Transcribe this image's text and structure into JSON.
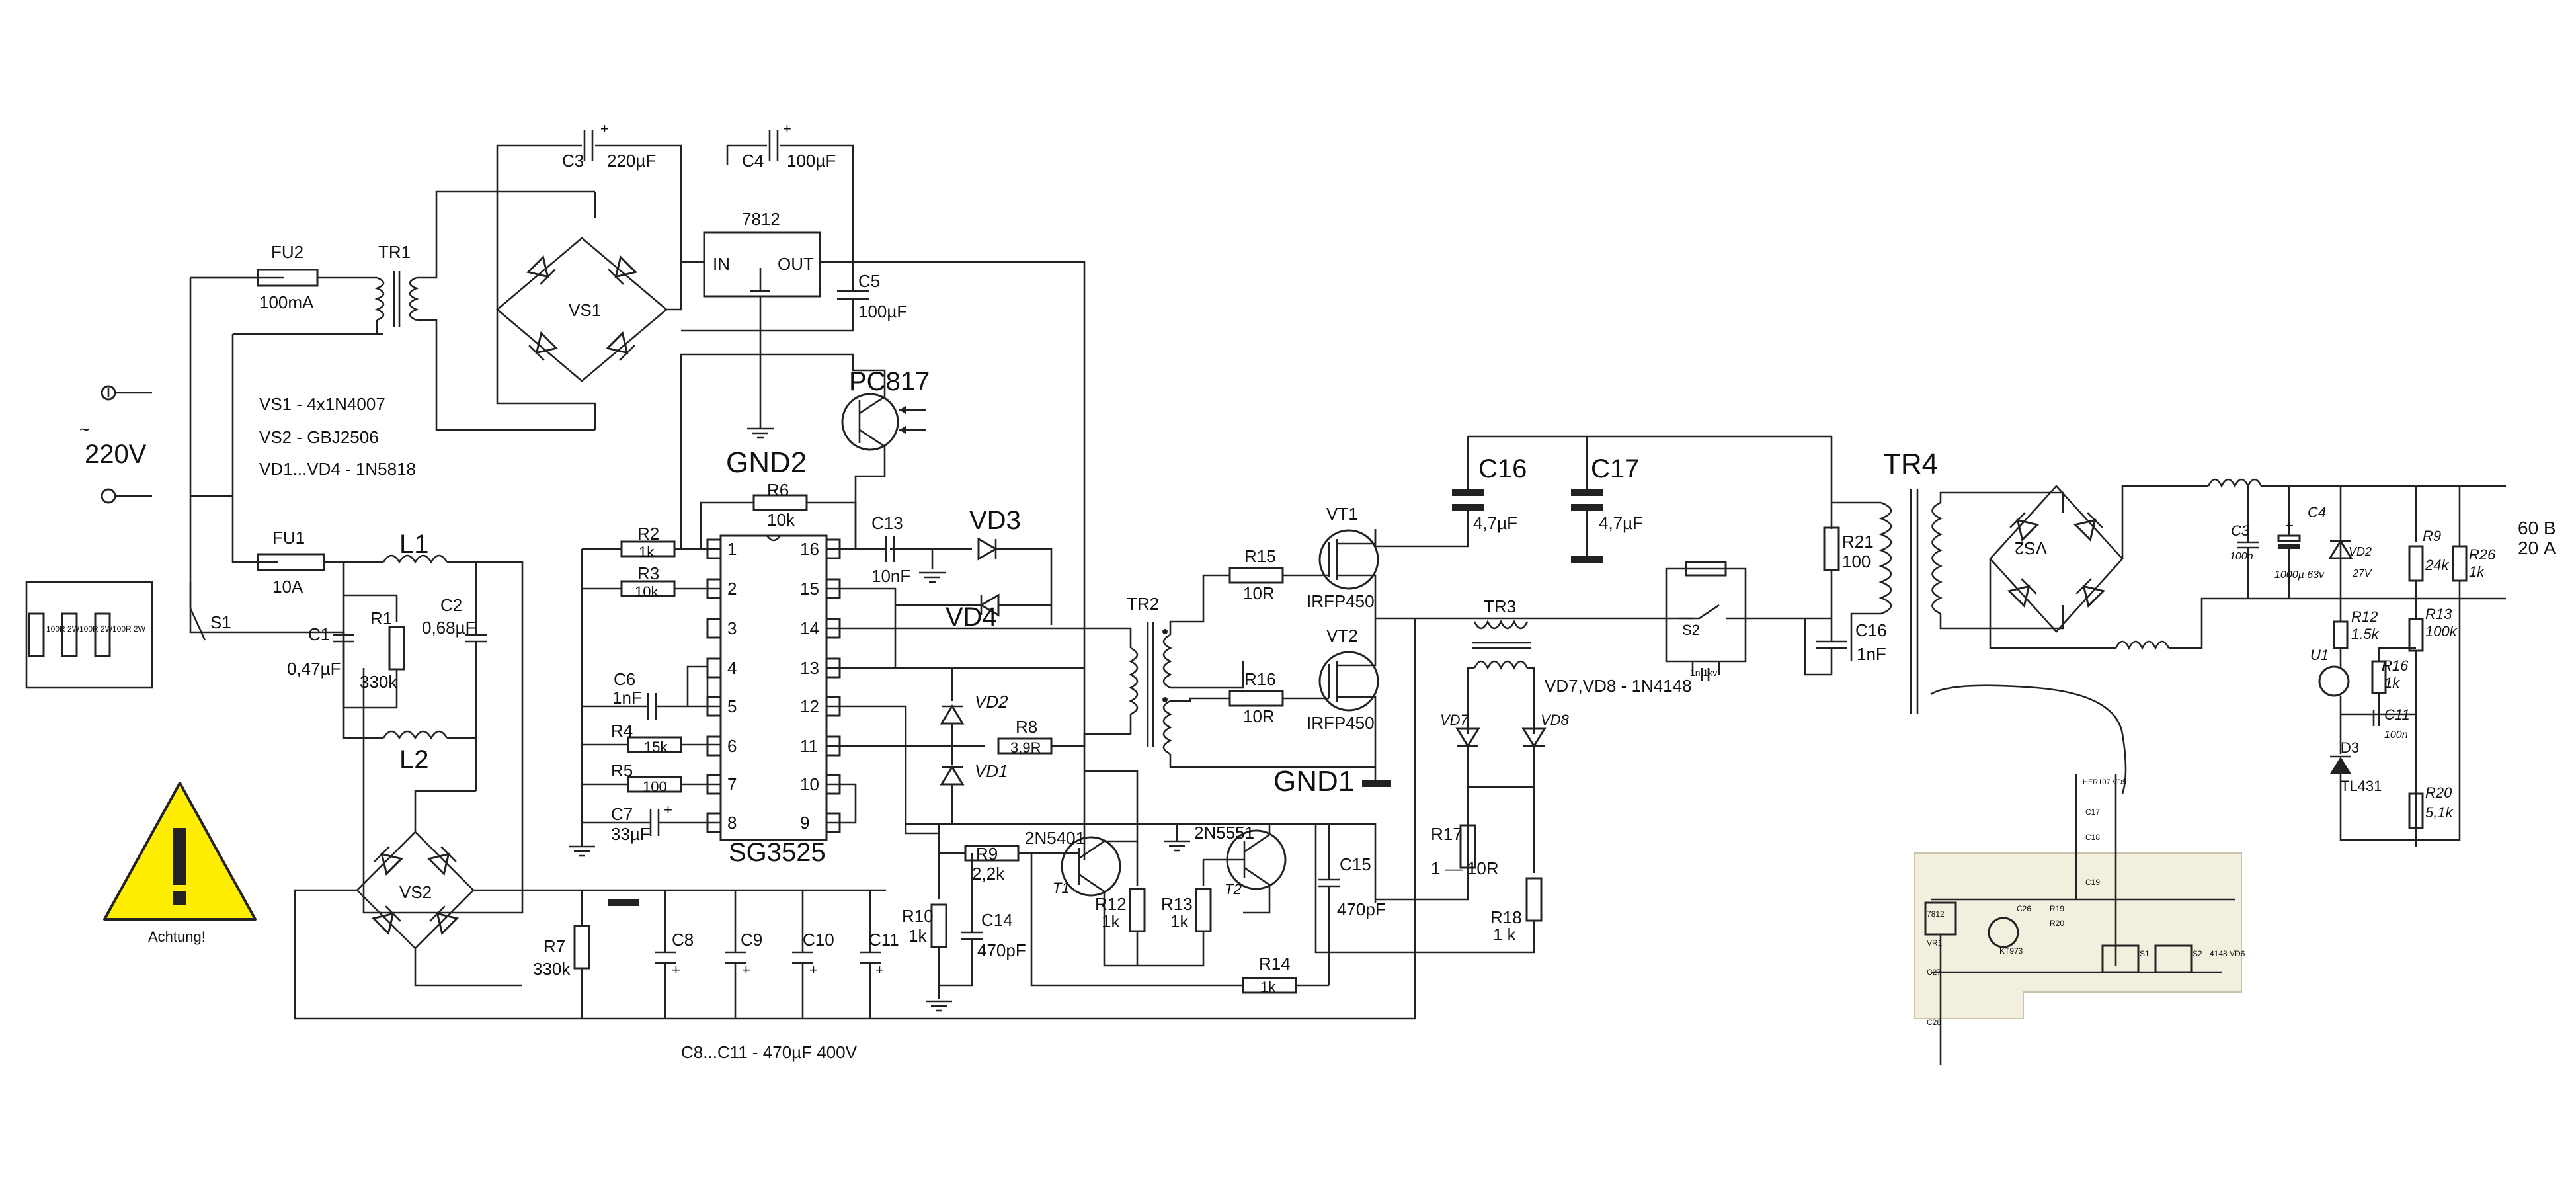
{
  "mains": {
    "voltage": "220V",
    "tilde": "~"
  },
  "notes": {
    "vs1": "VS1 - 4x1N4007",
    "vs2": "VS2 - GBJ2506",
    "vd": "VD1...VD4 - 1N5818",
    "caps": "C8...C11 - 470µF 400V",
    "vd78": "VD7,VD8 - 1N4148"
  },
  "warning": {
    "label": "Achtung!"
  },
  "ground_labels": {
    "gnd1": "GND1",
    "gnd2": "GND2"
  },
  "output": {
    "voltage": "60 В",
    "current": "20 А"
  },
  "components": {
    "fu2": {
      "ref": "FU2",
      "value": "100mA"
    },
    "fu1": {
      "ref": "FU1",
      "value": "10A"
    },
    "tr1": {
      "ref": "TR1"
    },
    "tr2": {
      "ref": "TR2"
    },
    "tr3": {
      "ref": "TR3"
    },
    "tr4": {
      "ref": "TR4"
    },
    "s1": {
      "ref": "S1"
    },
    "s2": {
      "ref": "S2"
    },
    "l1": {
      "ref": "L1"
    },
    "l2": {
      "ref": "L2"
    },
    "c1": {
      "ref": "C1",
      "value": "0,47µF"
    },
    "c2": {
      "ref": "C2",
      "value": "0,68µF"
    },
    "c3": {
      "ref": "C3",
      "value": "220µF"
    },
    "c4": {
      "ref": "C4",
      "value": "100µF"
    },
    "c5": {
      "ref": "C5",
      "value": "100µF"
    },
    "c6": {
      "ref": "C6",
      "value": "1nF"
    },
    "c7": {
      "ref": "C7",
      "value": "33µF"
    },
    "c8": {
      "ref": "C8"
    },
    "c9": {
      "ref": "C9"
    },
    "c10": {
      "ref": "C10"
    },
    "c11": {
      "ref": "C11"
    },
    "c13": {
      "ref": "C13",
      "value": "10nF"
    },
    "c14": {
      "ref": "C14",
      "value": "470pF"
    },
    "c15": {
      "ref": "C15",
      "value": "470pF"
    },
    "c16a": {
      "ref": "C16",
      "value": "4,7µF"
    },
    "c17": {
      "ref": "C17",
      "value": "4,7µF"
    },
    "c16b": {
      "ref": "C16",
      "value": "1nF"
    },
    "r1": {
      "ref": "R1",
      "value": "330k"
    },
    "r2": {
      "ref": "R2",
      "value": "1k"
    },
    "r3": {
      "ref": "R3",
      "value": "10k"
    },
    "r4": {
      "ref": "R4",
      "value": "15k"
    },
    "r5": {
      "ref": "R5",
      "value": "100"
    },
    "r6": {
      "ref": "R6",
      "value": "10k"
    },
    "r7": {
      "ref": "R7",
      "value": "330k"
    },
    "r8": {
      "ref": "R8",
      "value": "3,9R"
    },
    "r9": {
      "ref": "R9",
      "value": "2,2k"
    },
    "r10": {
      "ref": "R10",
      "value": "1k"
    },
    "r12": {
      "ref": "R12",
      "value": "1k"
    },
    "r13": {
      "ref": "R13",
      "value": "1k"
    },
    "r14": {
      "ref": "R14",
      "value": "1k"
    },
    "r15": {
      "ref": "R15",
      "value": "10R"
    },
    "r16": {
      "ref": "R16",
      "value": "10R"
    },
    "r17": {
      "ref": "R17",
      "value": "1 — 10R"
    },
    "r18": {
      "ref": "R18",
      "value": "1 k"
    },
    "r21": {
      "ref": "R21",
      "value": "100"
    },
    "s2_cap": {
      "value": "1n 1kv"
    },
    "vs1": {
      "ref": "VS1"
    },
    "vs2": {
      "ref": "VS2"
    },
    "vs2_out": {
      "ref": "VS2"
    },
    "reg7812": {
      "ref": "7812",
      "in": "IN",
      "out": "OUT"
    },
    "pc817": {
      "ref": "PC817"
    },
    "ic": {
      "ref": "SG3525",
      "pins_left": [
        "1",
        "2",
        "3",
        "4",
        "5",
        "6",
        "7",
        "8"
      ],
      "pins_right": [
        "16",
        "15",
        "14",
        "13",
        "12",
        "11",
        "10",
        "9"
      ]
    },
    "vd1": {
      "ref": "VD1"
    },
    "vd2": {
      "ref": "VD2"
    },
    "vd3": {
      "ref": "VD3"
    },
    "vd4": {
      "ref": "VD4"
    },
    "vd7": {
      "ref": "VD7"
    },
    "vd8": {
      "ref": "VD8"
    },
    "vt1": {
      "ref": "VT1",
      "value": "IRFP450"
    },
    "vt2": {
      "ref": "VT2",
      "value": "IRFP450"
    },
    "q1": {
      "ref": "2N5401",
      "tag": "T1"
    },
    "q2": {
      "ref": "2N5551",
      "tag": "T2"
    }
  },
  "load": {
    "r1": "100R 2W",
    "r2": "100R 2W",
    "r3": "100R 2W"
  },
  "out_stage": {
    "c3": "C3",
    "c3v": "100n",
    "c4": "C4",
    "c4v": "1000µ 63v",
    "vd2": "VD2",
    "vd2v": "27V",
    "r9": "R9",
    "r9v": "24k",
    "r26": "R26",
    "r26v": "1k",
    "r12": "R12",
    "r12v": "1.5k",
    "r13": "R13",
    "r13v": "100k",
    "r16": "R16",
    "r16v": "1k",
    "u1": "U1",
    "c11": "C11",
    "c11v": "100n",
    "d3": "D3",
    "d3v": "TL431",
    "r20": "R20",
    "r20v": "5,1k"
  },
  "aux_board": {
    "u": "7812",
    "vr": "VR1",
    "c26": "C26",
    "c27": "C27",
    "c28": "C28",
    "r19": "R19",
    "r20": "R20",
    "q": "KT973",
    "c17": "C17",
    "c18": "C18",
    "c19": "C19",
    "vd": "HER107 VD5",
    "s1": "S1",
    "s2": "S2",
    "vd6": "4148 VD6"
  }
}
